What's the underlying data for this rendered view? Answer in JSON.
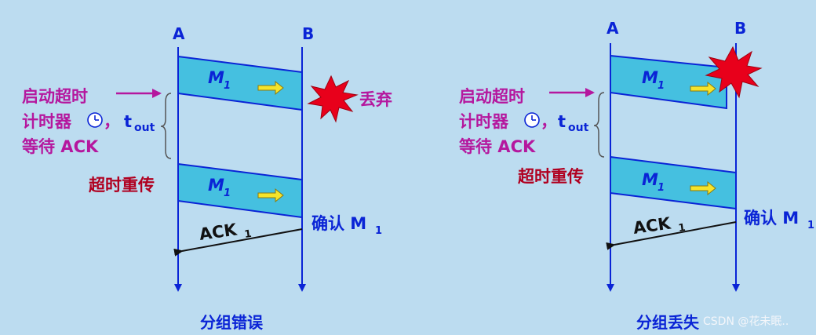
{
  "colors": {
    "background": "#bcdcf0",
    "frame": "#45c0e0",
    "frame_border": "#0a24d6",
    "node_label": "#0a24d6",
    "annotation_magenta": "#b5179e",
    "annotation_red": "#b00020",
    "explosion": "#e8001b",
    "yellow_arrow": "#f5e42a"
  },
  "panels": [
    {
      "node_a": "A",
      "node_b": "B",
      "frame1_label": "M",
      "frame1_sub": "1",
      "frame2_label": "M",
      "frame2_sub": "1",
      "explosion_icon": "explosion-icon",
      "discard_label": "丢弃",
      "timer_line1": "启动超时",
      "timer_line2": "计时器",
      "timer_comma": "，",
      "tout_main": "t",
      "tout_sub": "out",
      "timer_line3": "等待 ACK",
      "clock_icon": "clock-icon",
      "retransmit_label": "超时重传",
      "confirm_label": "确认 M",
      "confirm_sub": "1",
      "ack_label": "ACK",
      "ack_sub": "1",
      "caption": "分组错误"
    },
    {
      "node_a": "A",
      "node_b": "B",
      "frame1_label": "M",
      "frame1_sub": "1",
      "frame2_label": "M",
      "frame2_sub": "1",
      "explosion_icon": "explosion-icon",
      "timer_line1": "启动超时",
      "timer_line2": "计时器",
      "timer_comma": "，",
      "tout_main": "t",
      "tout_sub": "out",
      "timer_line3": "等待 ACK",
      "clock_icon": "clock-icon",
      "retransmit_label": "超时重传",
      "confirm_label": "确认 M",
      "confirm_sub": "1",
      "ack_label": "ACK",
      "ack_sub": "1",
      "caption": "分组丢失"
    }
  ],
  "watermark": "CSDN @花未眠.."
}
